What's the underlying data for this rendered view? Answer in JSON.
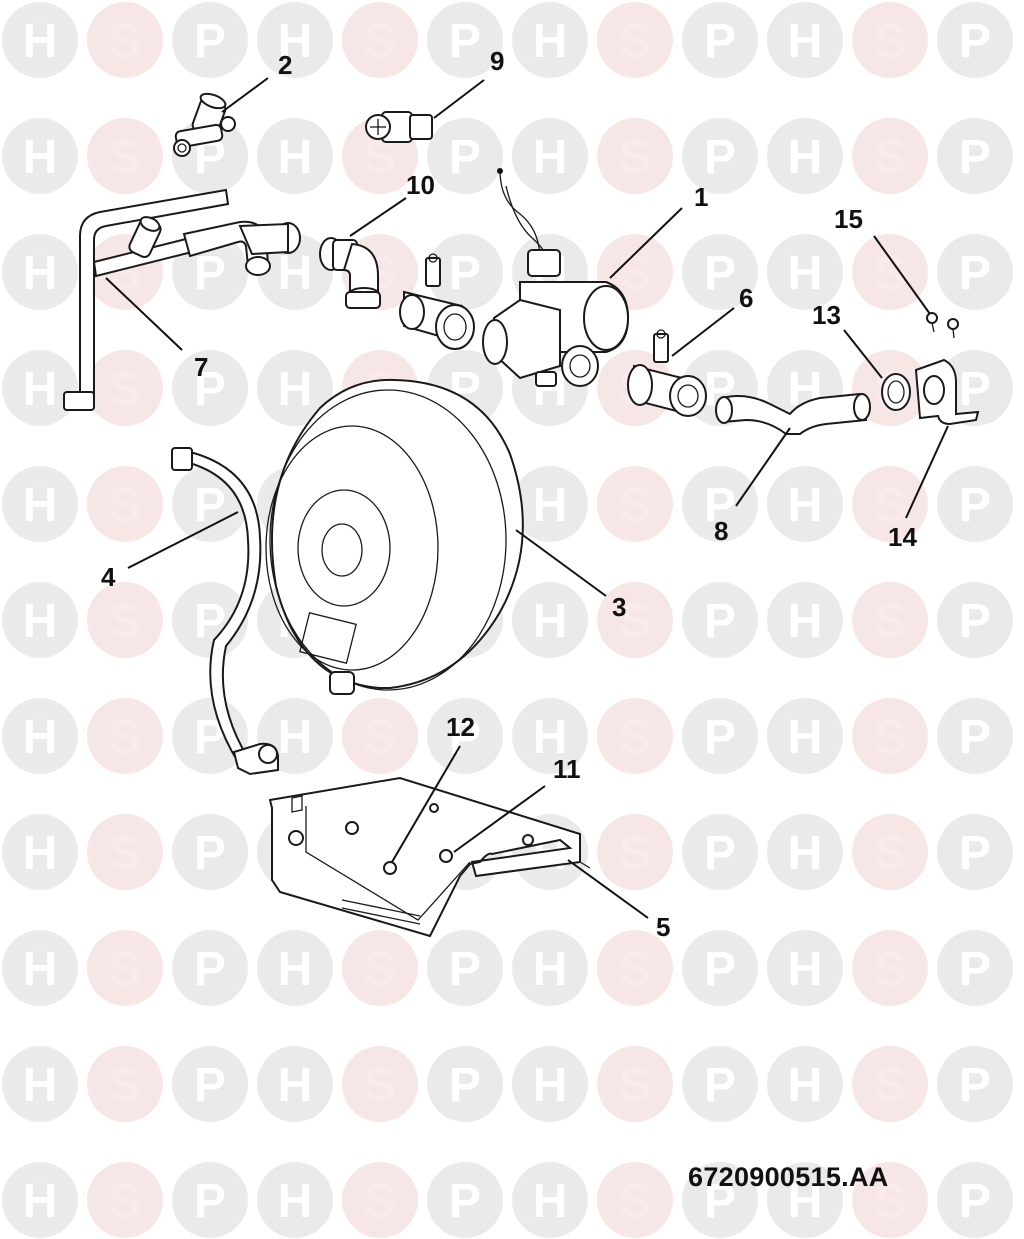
{
  "watermark": {
    "letters": [
      "H",
      "S",
      "P"
    ],
    "colors": {
      "circle_grey": "#e3e3e3",
      "circle_pink": "#f4dede",
      "letter_grey": "#ffffff",
      "letter_pink": "#fbeaea"
    }
  },
  "callouts": {
    "c1": "1",
    "c2": "2",
    "c3": "3",
    "c4": "4",
    "c5": "5",
    "c6": "6",
    "c7": "7",
    "c8": "8",
    "c9": "9",
    "c10": "10",
    "c11": "11",
    "c12": "12",
    "c13": "13",
    "c14": "14",
    "c15": "15"
  },
  "reference_code": "6720900515.AA"
}
